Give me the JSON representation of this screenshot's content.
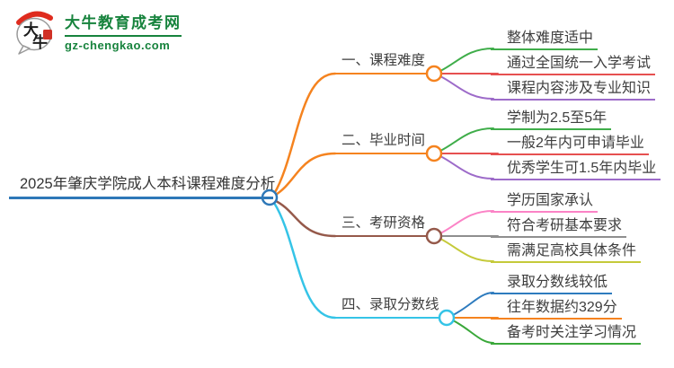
{
  "logo": {
    "icon_text_top": "大",
    "icon_text_bottom": "牛",
    "title": "大牛教育成考网",
    "subtitle": "gz-chengkao.com",
    "brand_color": "#17833d",
    "arc_color": "#df2b1e",
    "seal_color": "#d03126"
  },
  "mindmap": {
    "root": {
      "label": "2025年肇庆学院成人本科课程难度分析",
      "color": "#2e78b8"
    },
    "branches": [
      {
        "label": "一、课程难度",
        "color": "#f5831f",
        "children": [
          {
            "label": "整体难度适中",
            "color": "#3fad4a"
          },
          {
            "label": "通过全国统一入学考试",
            "color": "#e65050"
          },
          {
            "label": "课程内容涉及专业知识",
            "color": "#9d6bc9"
          }
        ]
      },
      {
        "label": "二、毕业时间",
        "color": "#f5831f",
        "children": [
          {
            "label": "学制为2.5至5年",
            "color": "#3fad4a"
          },
          {
            "label": "一般2年内可申请毕业",
            "color": "#e65050"
          },
          {
            "label": "优秀学生可1.5年内毕业",
            "color": "#9d6bc9"
          }
        ]
      },
      {
        "label": "三、考研资格",
        "color": "#95594a",
        "children": [
          {
            "label": "学历国家承认",
            "color": "#fb83c6"
          },
          {
            "label": "符合考研基本要求",
            "color": "#8f8f8f"
          },
          {
            "label": "需满足高校具体条件",
            "color": "#c5ca3a"
          }
        ]
      },
      {
        "label": "四、录取分数线",
        "color": "#35c4e7",
        "children": [
          {
            "label": "录取分数线较低",
            "color": "#2e7bbe"
          },
          {
            "label": "往年数据约329分",
            "color": "#f5831f"
          },
          {
            "label": "备考时关注学习情况",
            "color": "#3aa83a"
          }
        ]
      }
    ]
  }
}
